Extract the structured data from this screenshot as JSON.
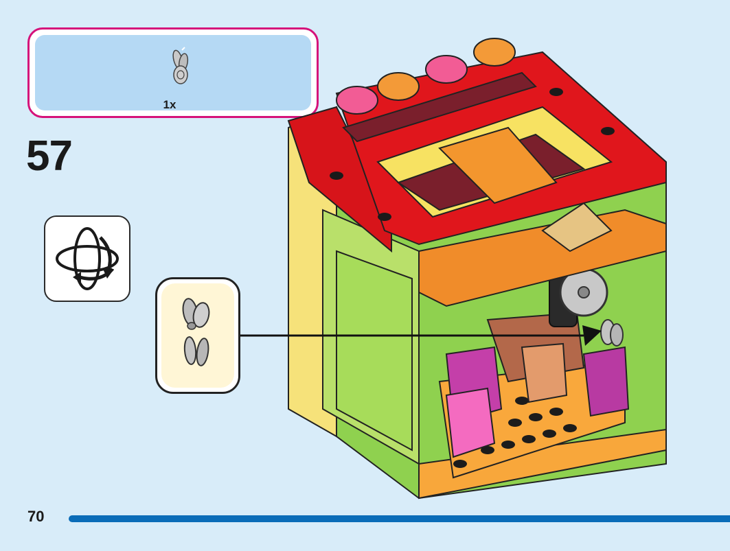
{
  "parts_list": {
    "quantity": "1x",
    "part_icon": "tap-handle-icon"
  },
  "step": {
    "number": "57"
  },
  "rotate_indicator": {
    "icon": "rotate-model-icon"
  },
  "callout": {
    "icon": "tap-handle-icon"
  },
  "page": {
    "number": "70"
  },
  "colors": {
    "background": "#d8ecf9",
    "parts_border": "#d5127a",
    "parts_fill": "#b5d9f4",
    "callout_fill": "#fff6d6",
    "progress": "#0a6cb8"
  }
}
